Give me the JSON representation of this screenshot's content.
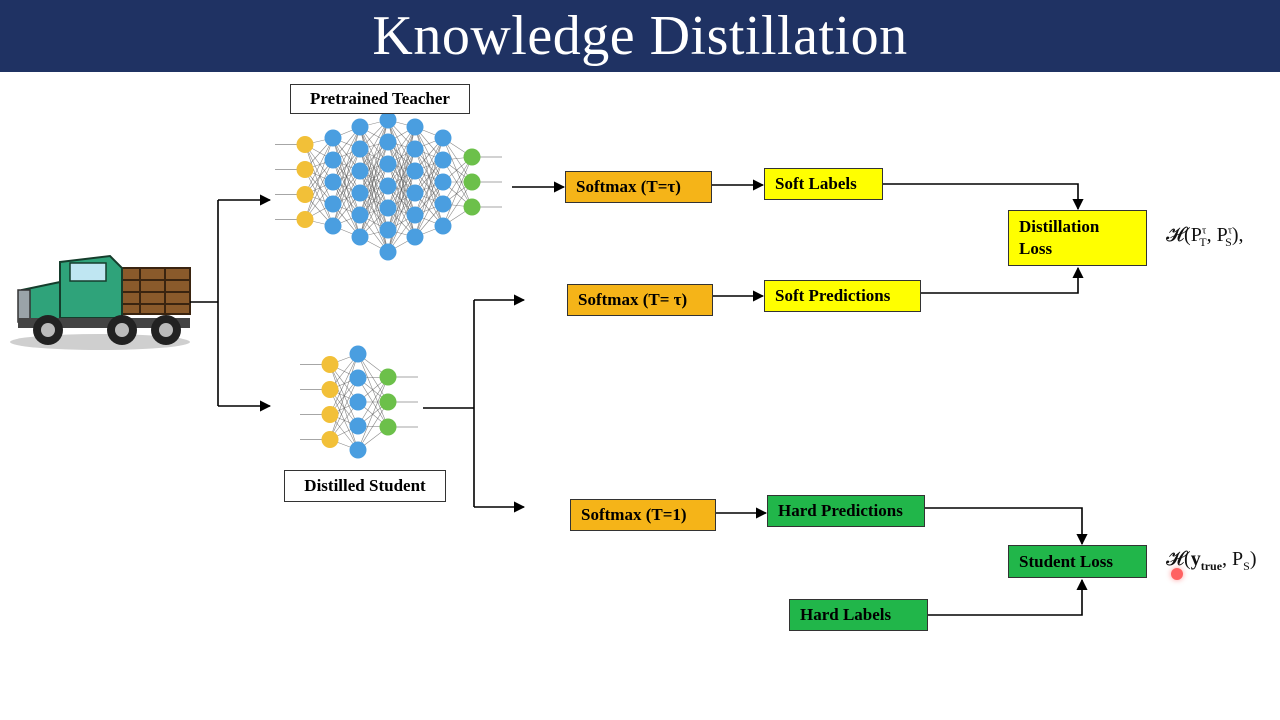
{
  "header": {
    "title": "Knowledge Distillation"
  },
  "labels": {
    "teacher": "Pretrained Teacher",
    "student": "Distilled Student"
  },
  "boxes": {
    "softmax_teacher": "Softmax (T=τ)",
    "softmax_student_soft": "Softmax (T= τ)",
    "softmax_student_hard": "Softmax (T=1)",
    "soft_labels": "Soft Labels",
    "soft_predictions": "Soft Predictions",
    "hard_predictions": "Hard Predictions",
    "hard_labels": "Hard Labels",
    "distillation_loss": "Distillation Loss",
    "student_loss": "Student Loss"
  },
  "formulas": {
    "distillation": {
      "prefix": "𝓗(P",
      "t_sub": "T",
      "t_sup": "τ",
      "s_sub": "S",
      "s_sup": "τ",
      "suffix": "),",
      "mid": ", P"
    },
    "student": {
      "prefix": "𝓗(",
      "y": "y",
      "y_sub": "true",
      "mid": ", P",
      "p_sub": "S",
      "suffix": ")"
    }
  },
  "colors": {
    "header_bg": "#1f3263",
    "softmax": "#f5b418",
    "soft": "#ffff00",
    "hard": "#21b64a",
    "neuron_input": "#f2c038",
    "neuron_hidden": "#4a9ee0",
    "neuron_output": "#6cc04a"
  },
  "icons": {
    "input_image": "truck-icon"
  }
}
